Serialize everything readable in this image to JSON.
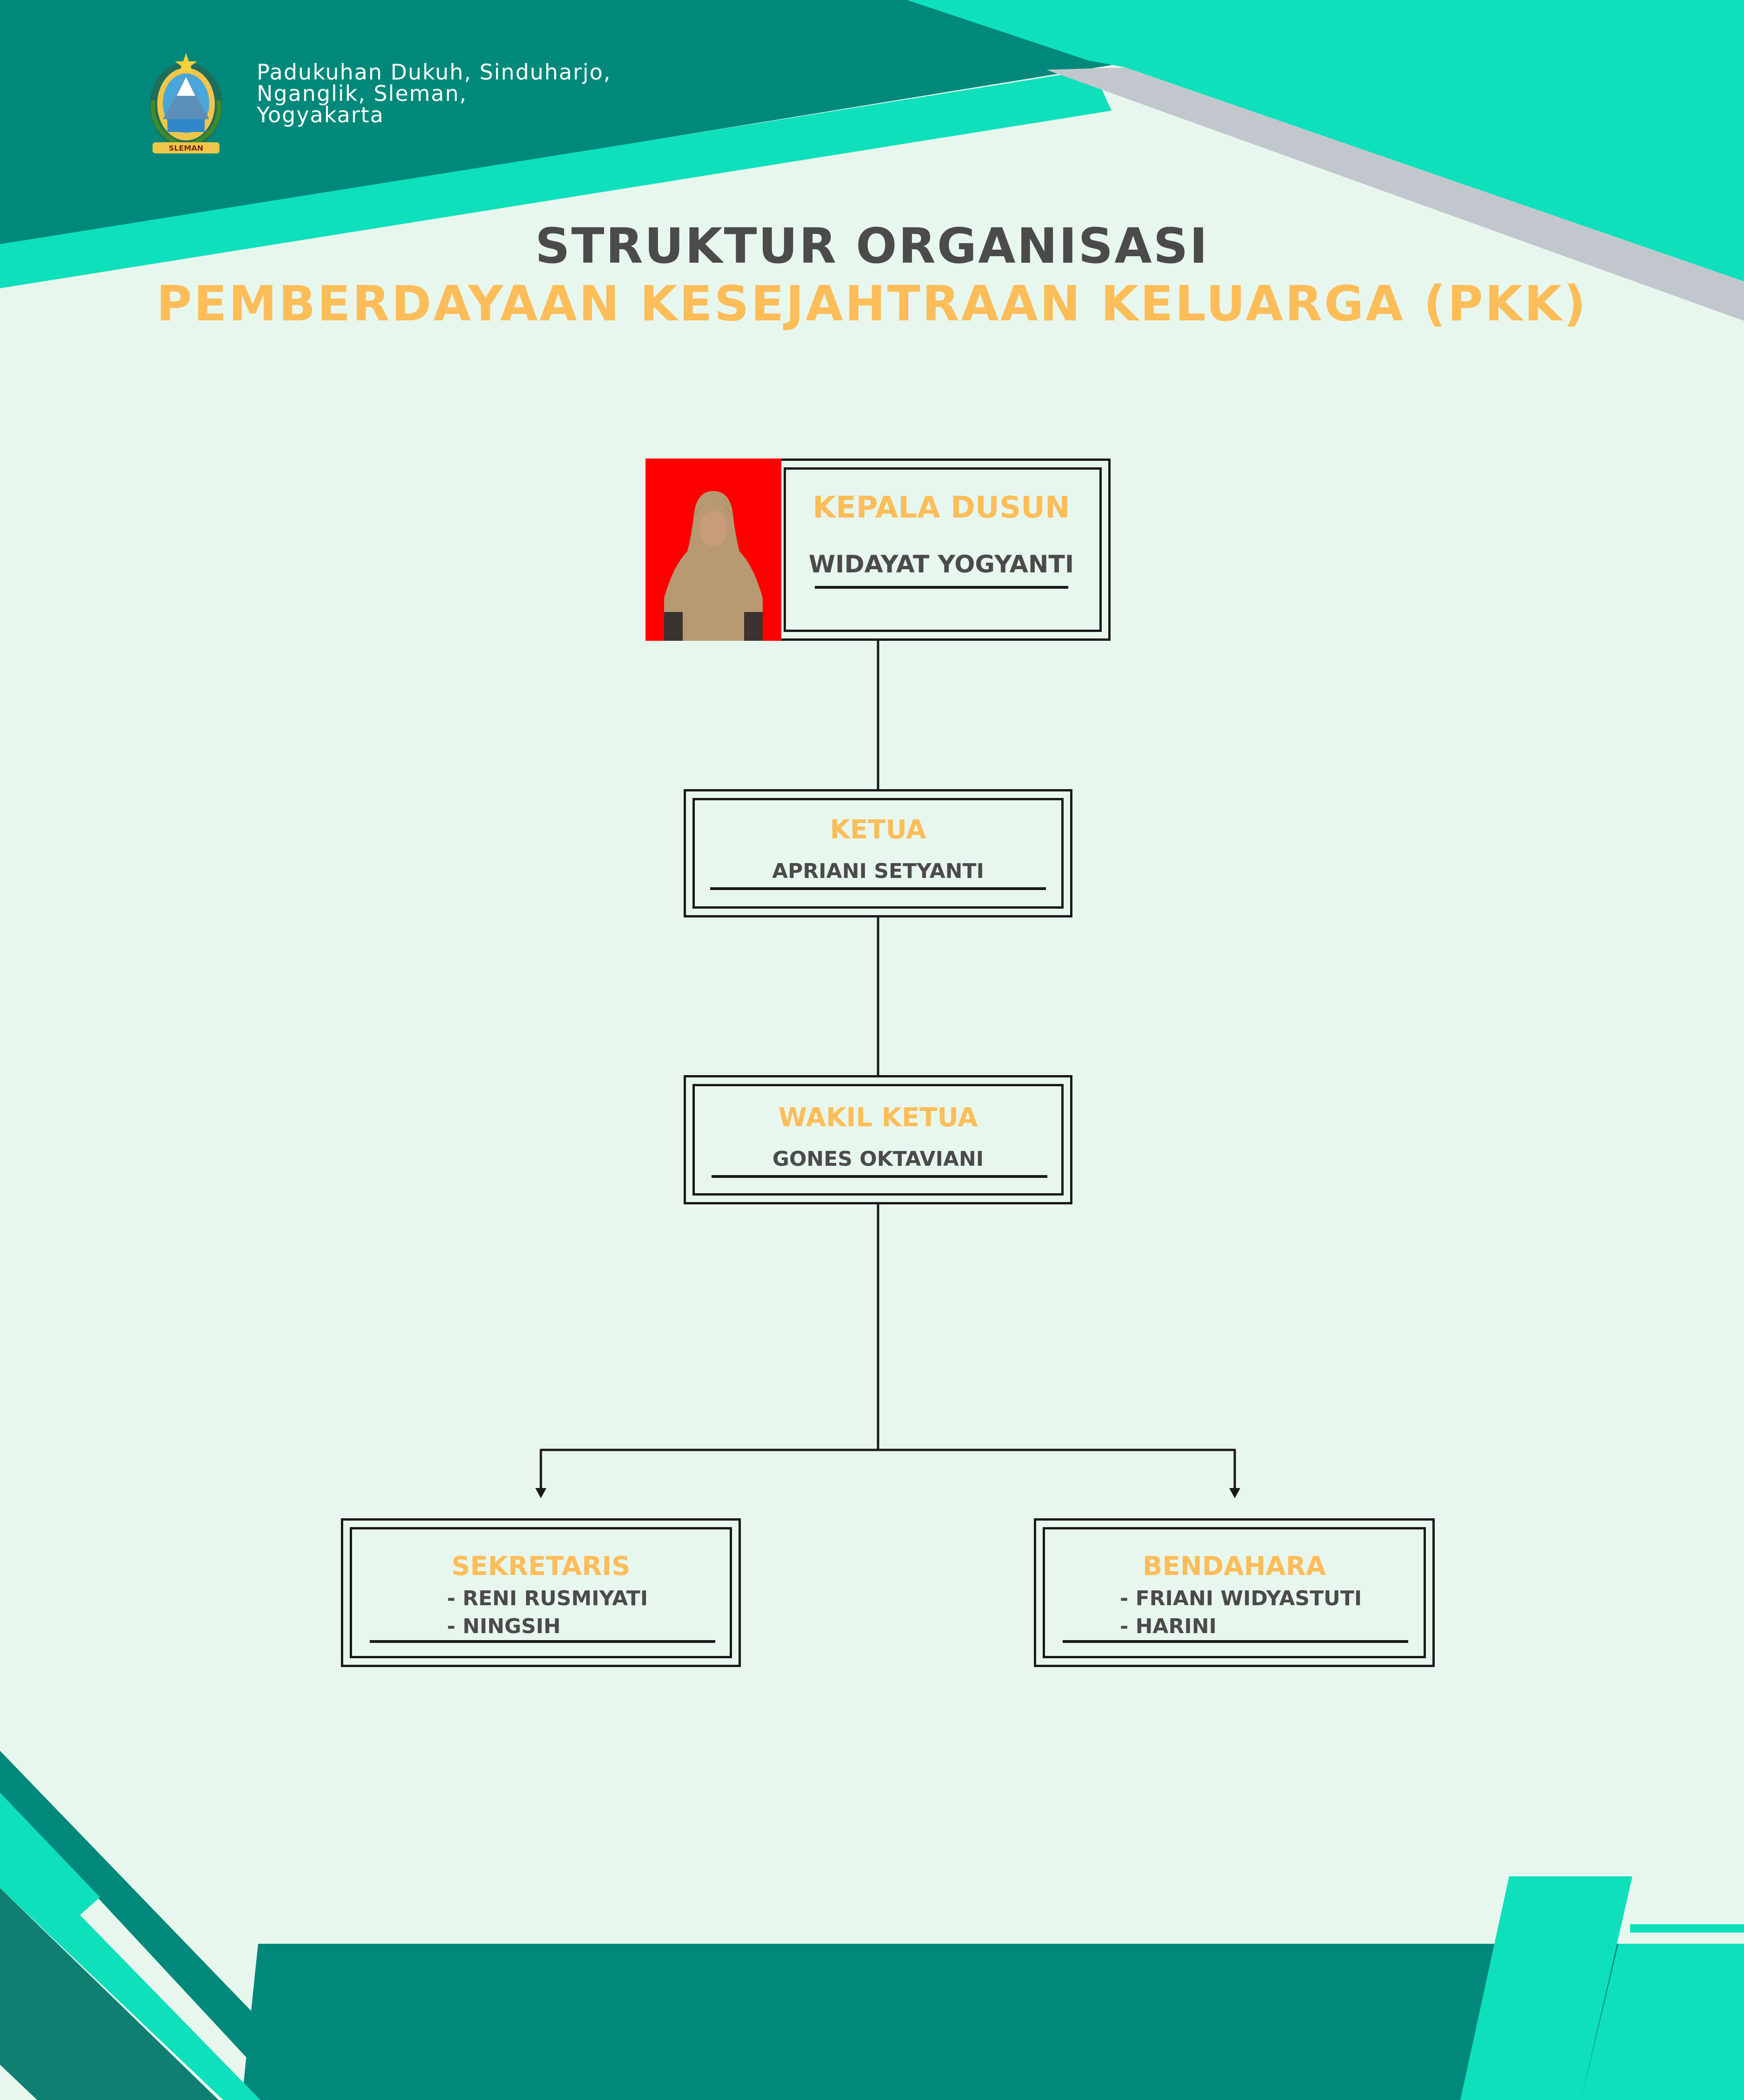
{
  "header": {
    "location_lines": [
      "Padukuhan Dukuh, Sinduharjo,",
      "Nganglik, Sleman,",
      "Yogyakarta"
    ],
    "logo_icon": "sleman-regency-emblem-icon",
    "logo_text": "SLEMAN"
  },
  "title": {
    "line1": "STRUKTUR ORGANISASI",
    "line2": "PEMBERDAYAAN KESEJAHTRAAN KELUARGA (PKK)"
  },
  "org": {
    "kepala_dusun": {
      "role": "KEPALA DUSUN",
      "name": "WIDAYAT YOGYANTI",
      "photo_bg": "#ff0000"
    },
    "ketua": {
      "role": "KETUA",
      "name": "APRIANI SETYANTI"
    },
    "wakil_ketua": {
      "role": "WAKIL KETUA",
      "name": "GONES OKTAVIANI"
    },
    "sekretaris": {
      "role": "SEKRETARIS",
      "members": [
        "- RENI RUSMIYATI",
        "- NINGSIH"
      ]
    },
    "bendahara": {
      "role": "BENDAHARA",
      "members": [
        "- FRIANI WIDYASTUTI",
        "- HARINI"
      ]
    }
  },
  "colors": {
    "background": "#e8f7ee",
    "dark_teal": "#00897a",
    "bright_teal": "#0de0bb",
    "gray": "#c2c7ce",
    "orange": "#fdbd59",
    "text_dark": "#4b4b4b"
  }
}
